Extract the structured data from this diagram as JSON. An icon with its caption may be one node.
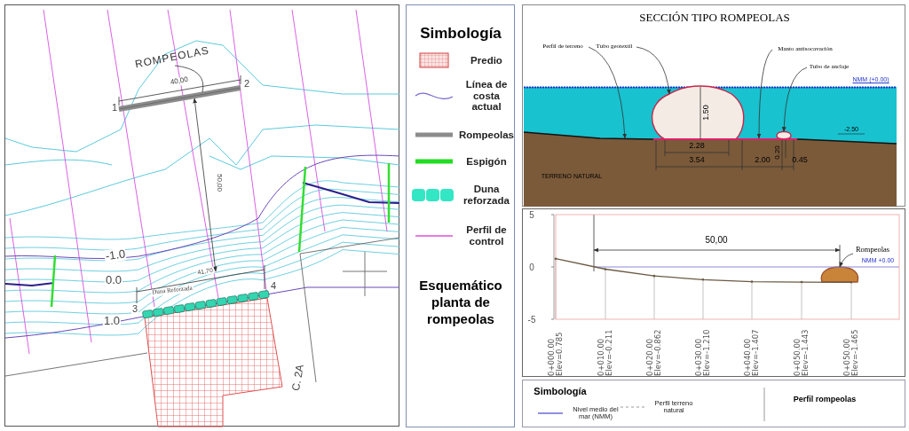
{
  "diagram": {
    "nodes": [
      {
        "text": [
          "ROMPEOLAS"
        ]
      },
      {
        "text": [],
        "shape": "bar"
      },
      {
        "text": [
          "Perfil de terreno"
        ]
      },
      {
        "text": [
          "Tubo geotextil"
        ]
      },
      {
        "text": [],
        "shape": "circle"
      },
      {
        "text": [
          "Manto antisocavación"
        ]
      },
      {
        "text": [
          "Tubo de anclaje"
        ]
      },
      {
        "text": [],
        "shape": "circle"
      },
      {
        "text": [
          "Rompeolas"
        ]
      },
      {
        "text": [],
        "shape": "circle"
      },
      {
        "text": [],
        "shape": "bar"
      }
    ],
    "edges": [
      {
        "from": 0,
        "to": 1,
        "arrow": "none"
      },
      {
        "from": 2,
        "to": null,
        "arrow": "to"
      },
      {
        "from": 3,
        "to": 4,
        "arrow": "to"
      },
      {
        "from": 5,
        "to": 10,
        "arrow": "to"
      },
      {
        "from": 6,
        "to": 7,
        "arrow": "to"
      },
      {
        "from": 8,
        "to": 9,
        "arrow": "to"
      }
    ],
    "labels": [
      "40,00",
      "1",
      "2",
      "50,00",
      "-1.0",
      "0.0",
      "41,70",
      "Duna Reforzada",
      "3",
      "4",
      "1.0",
      "C. 2A",
      "Simbología",
      "Esquemático planta de rompeolas",
      "SECCIÓN TIPO ROMPEOLAS",
      "NMM (+0.00)",
      "1.50",
      "-2.50",
      "0.20",
      "2.28",
      "3.54",
      "2.00",
      "0.45",
      "TERRENO NATURAL",
      "50,00",
      "NMM +0.00",
      "Simbología",
      "Perfil rompeolas"
    ],
    "legend": [
      {
        "text": "Predio"
      },
      {
        "text": "Línea de costa actual"
      },
      {
        "text": "Rompeolas",
        "color": "#8c8c8c"
      },
      {
        "text": "Espigón",
        "color": "#22dd22"
      },
      {
        "text": "Duna reforzada",
        "color": "#33e6c4"
      },
      {
        "text": "Perfil de control"
      },
      {
        "text": "Nivel medio del mar (NMM)"
      },
      {
        "text": "Perfil terreno natural"
      }
    ],
    "chart_data": {
      "type": "line",
      "categories": [
        "0+000.00 Elev=0.785",
        "0+010.00 Elev=-0.211",
        "0+020.00 Elev=-0.862",
        "0+030.00 Elev=-1.210",
        "0+040.00 Elev=-1.407",
        "0+050.00 Elev=-1.443",
        "0+050.00 Elev=-1.465"
      ],
      "series": [
        {
          "color": "#6b5a44",
          "values": [
            0.785,
            -0.211,
            -0.862,
            -1.21,
            -1.407,
            -1.443,
            -1.465
          ]
        }
      ],
      "ylim": [
        -5,
        5
      ],
      "yticks": [
        5,
        0,
        -5
      ]
    }
  }
}
